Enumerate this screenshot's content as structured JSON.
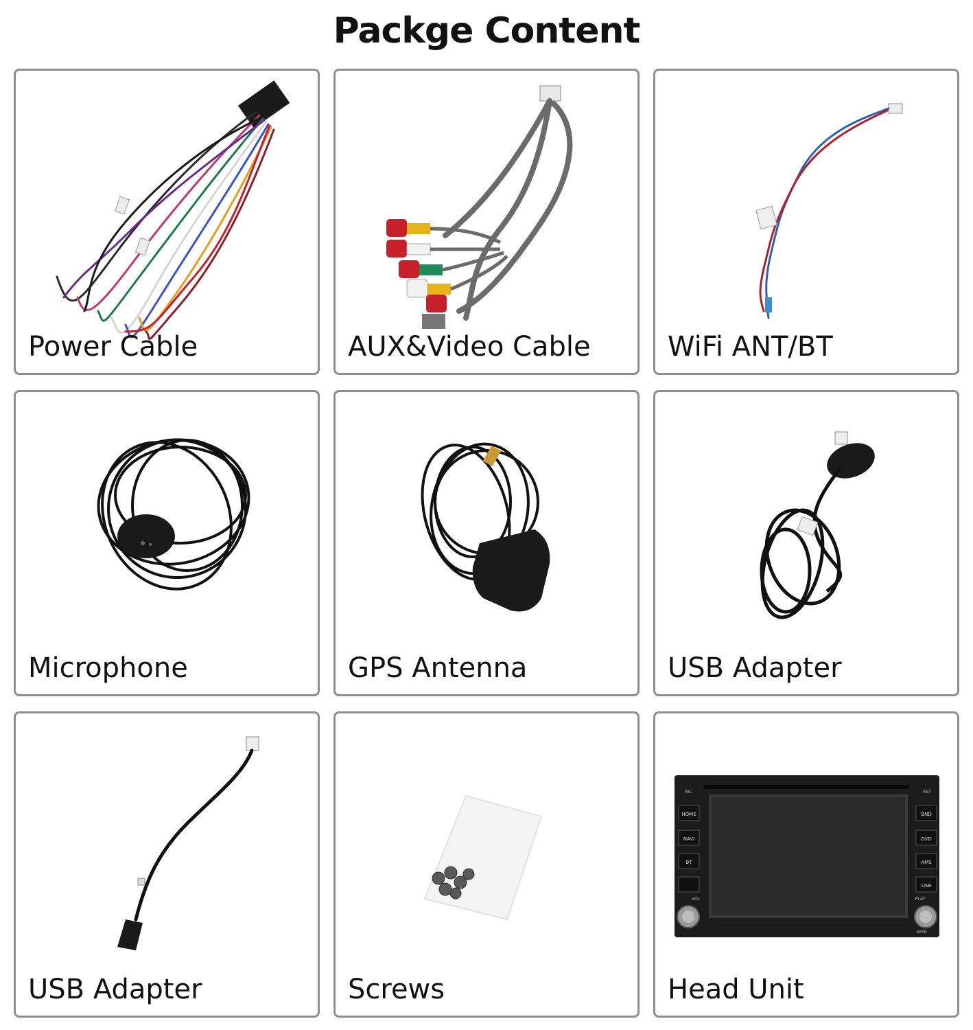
{
  "title": "Packge Content",
  "items": [
    {
      "label": "Power Cable",
      "icon": "power-cable-harness-icon"
    },
    {
      "label": "AUX&Video Cable",
      "icon": "aux-video-rca-cable-icon"
    },
    {
      "label": "WiFi ANT/BT",
      "icon": "wifi-bt-antenna-cable-icon"
    },
    {
      "label": "Microphone",
      "icon": "microphone-icon"
    },
    {
      "label": "GPS Antenna",
      "icon": "gps-antenna-icon"
    },
    {
      "label": "USB Adapter",
      "icon": "usb-adapter-cable-icon"
    },
    {
      "label": "USB Adapter",
      "icon": "usb-adapter-short-cable-icon"
    },
    {
      "label": "Screws",
      "icon": "screws-bag-icon"
    },
    {
      "label": "Head Unit",
      "icon": "head-unit-icon"
    }
  ],
  "head_unit": {
    "left_buttons": [
      "HOME",
      "NAVI",
      "BT"
    ],
    "right_buttons": [
      "BND",
      "DVD",
      "AMS",
      "USB"
    ],
    "knob_labels": [
      "VOL",
      "PLAY",
      "SEEK"
    ],
    "corner_labels": [
      "MIC",
      "RST"
    ]
  },
  "colors": {
    "card_border": "#8e8e8e",
    "text": "#111111",
    "rca_red": "#c8202a",
    "rca_yellow": "#e8b21a",
    "rca_green": "#1f8a5a",
    "rca_white": "#f2f2f2",
    "wire_blue": "#2d5fb8",
    "wire_red": "#b0202a"
  }
}
